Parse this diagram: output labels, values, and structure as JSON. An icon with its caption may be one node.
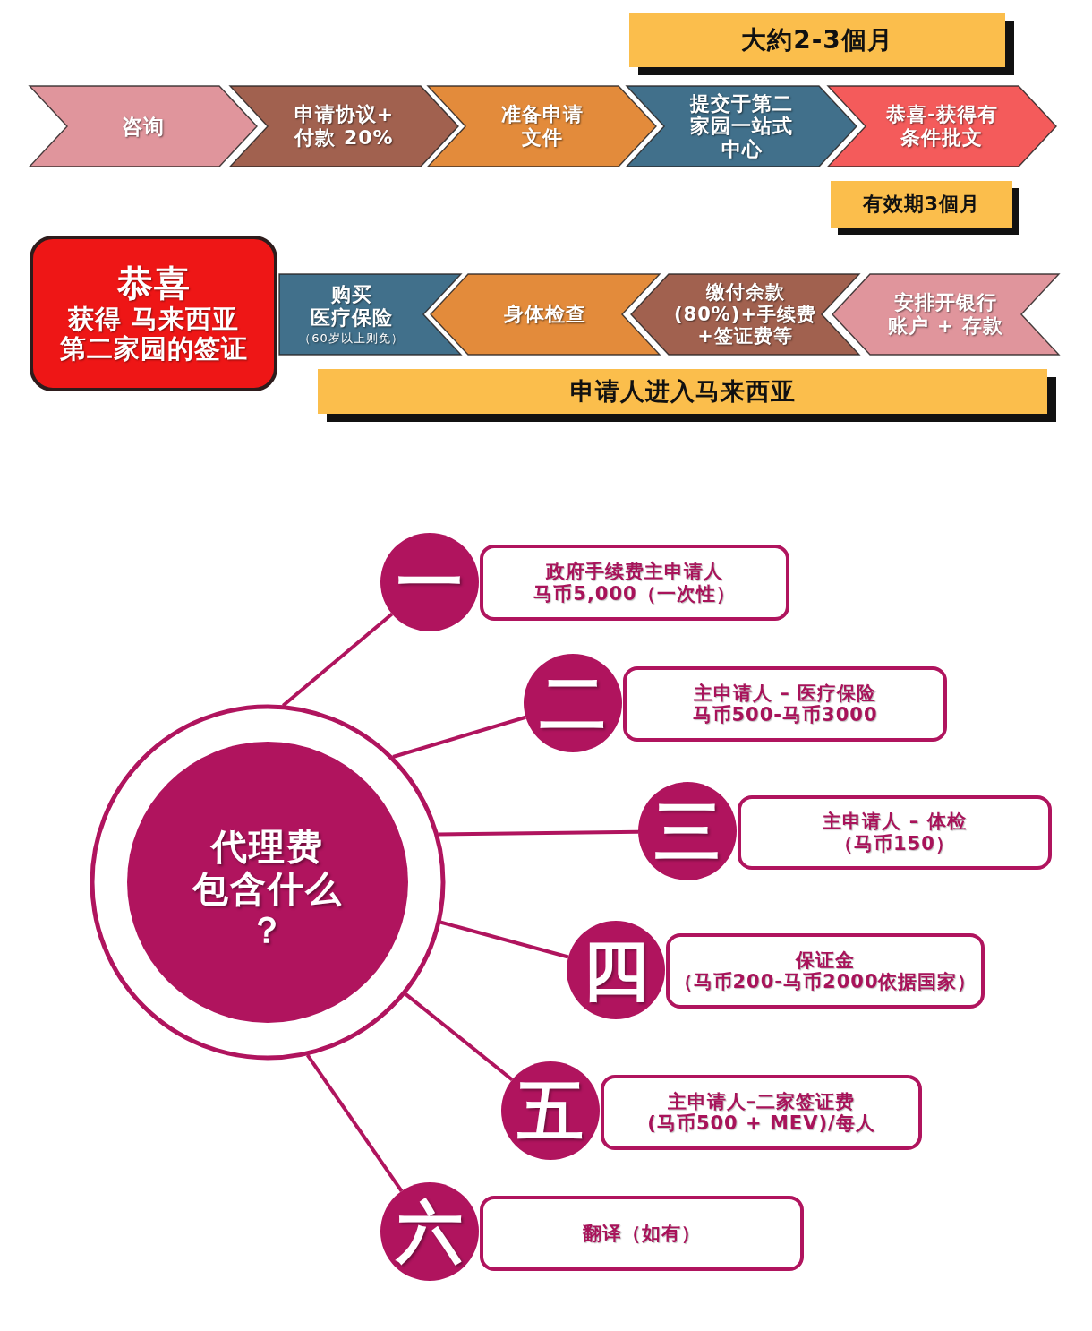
{
  "diagram": {
    "nodes": [
      {
        "text": [
          "大約2-3個月"
        ]
      },
      {
        "text": [
          "咨询"
        ]
      },
      {
        "text": [
          "申请协议+付款 20%"
        ]
      },
      {
        "text": [
          "准备申请文件"
        ]
      },
      {
        "text": [
          "提交于第二家园一站式中心"
        ]
      },
      {
        "text": [
          "恭喜-获得有条件批文"
        ]
      },
      {
        "text": [
          "有效期3個月"
        ]
      },
      {
        "text": [
          "恭喜",
          "获得 马来西亚第二家园的签证"
        ]
      },
      {
        "text": [
          "购买医疗保险",
          "（60岁以上则免）"
        ]
      },
      {
        "text": [
          "身体检查"
        ]
      },
      {
        "text": [
          "缴付余款(80%)+手续费+签证费等"
        ]
      },
      {
        "text": [
          "安排开银行账户 + 存款"
        ]
      },
      {
        "text": [
          "申请人进入马来西亚"
        ]
      },
      {
        "text": [
          "代理费包含什么？"
        ]
      },
      {
        "text": [
          "一"
        ]
      },
      {
        "text": [
          "政府手续费主申请人马币5,000（一次性）"
        ]
      },
      {
        "text": [
          "二"
        ]
      },
      {
        "text": [
          "主申请人 – 医疗保险马币500-马币3000"
        ]
      },
      {
        "text": [
          "三"
        ]
      },
      {
        "text": [
          "主申请人 – 体检（马币150）"
        ]
      },
      {
        "text": [
          "四"
        ]
      },
      {
        "text": [
          "保证金（马币200-马币2000依据国家）"
        ]
      },
      {
        "text": [
          "五"
        ]
      },
      {
        "text": [
          "主申请人–二家签证费(马币500 + MEV)/每人"
        ]
      },
      {
        "text": [
          "六"
        ]
      },
      {
        "text": [
          "翻译（如有）"
        ]
      }
    ],
    "edges": [
      {
        "from": 13,
        "to": 14,
        "arrow": "none"
      },
      {
        "from": 13,
        "to": 16,
        "arrow": "none"
      },
      {
        "from": 13,
        "to": 18,
        "arrow": "none"
      },
      {
        "from": 13,
        "to": 20,
        "arrow": "none"
      },
      {
        "from": 13,
        "to": 22,
        "arrow": "none"
      },
      {
        "from": 13,
        "to": 24,
        "arrow": "none"
      }
    ]
  }
}
